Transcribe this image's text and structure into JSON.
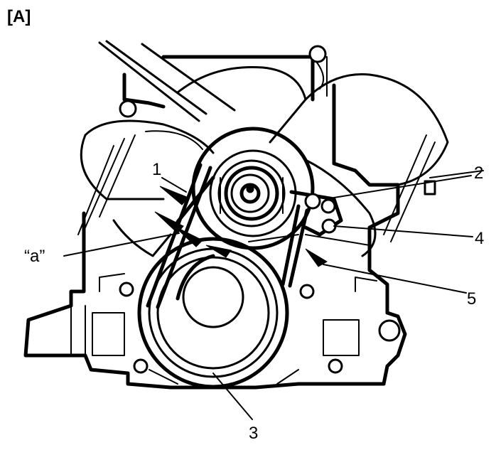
{
  "figure": {
    "panel_label": "[A]"
  },
  "callouts": {
    "c1": "1",
    "c2": "2",
    "c3": "3",
    "c4": "4",
    "c5": "5",
    "ca": "“a”"
  }
}
